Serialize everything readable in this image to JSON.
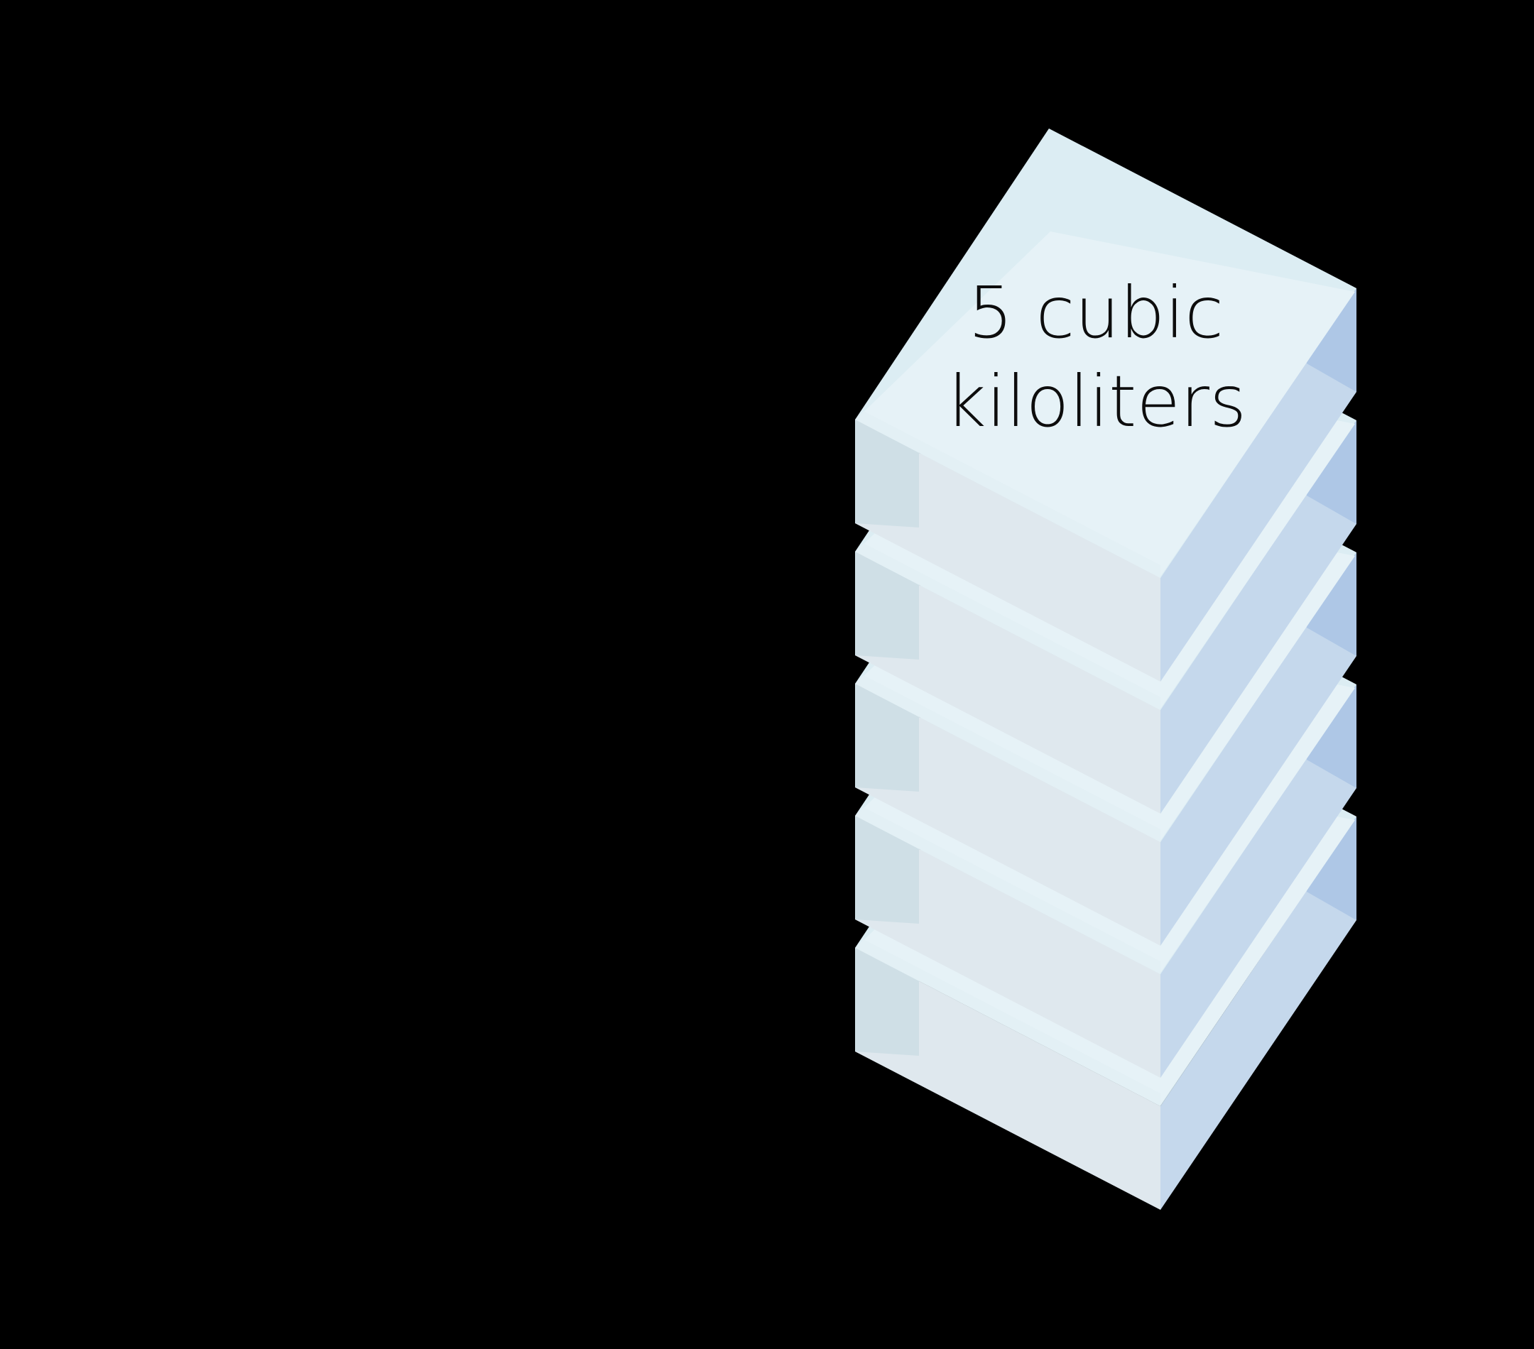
{
  "diagram": {
    "label_line1": "5 cubic",
    "label_line2": "kiloliters",
    "block_count": 5,
    "colors": {
      "background": "#000000",
      "top_face": "#dcedf3",
      "top_face_inner": "#e6f2f7",
      "left_face": "#cfdfe6",
      "front_face": "#dfe8ee",
      "right_face": "#c5d8ec",
      "right_face_dark": "#aec7e6",
      "highlight_edge": "#e3f0f5",
      "text": "#0d0d0d"
    }
  }
}
